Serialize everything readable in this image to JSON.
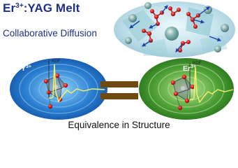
{
  "title": {
    "ions": "Er",
    "charge": "3+",
    "rest": ":YAG Melt"
  },
  "subtitle": "Collaborative Diffusion",
  "footer": "Equivalence in Structure",
  "left_panel": {
    "ion": "Y",
    "charge": "3+",
    "rdf_label": "RDF"
  },
  "right_panel": {
    "ion": "Er",
    "charge": "3+",
    "rdf_label": "RDF"
  },
  "colors": {
    "title_blue": "#1f2f86",
    "left_disc": "#1e6fc0",
    "right_disc": "#3f9a2e",
    "equals_bar": "#6e4a10",
    "oxygen_red": "#d11e1e",
    "arrow_blue": "#1d3fa6"
  }
}
